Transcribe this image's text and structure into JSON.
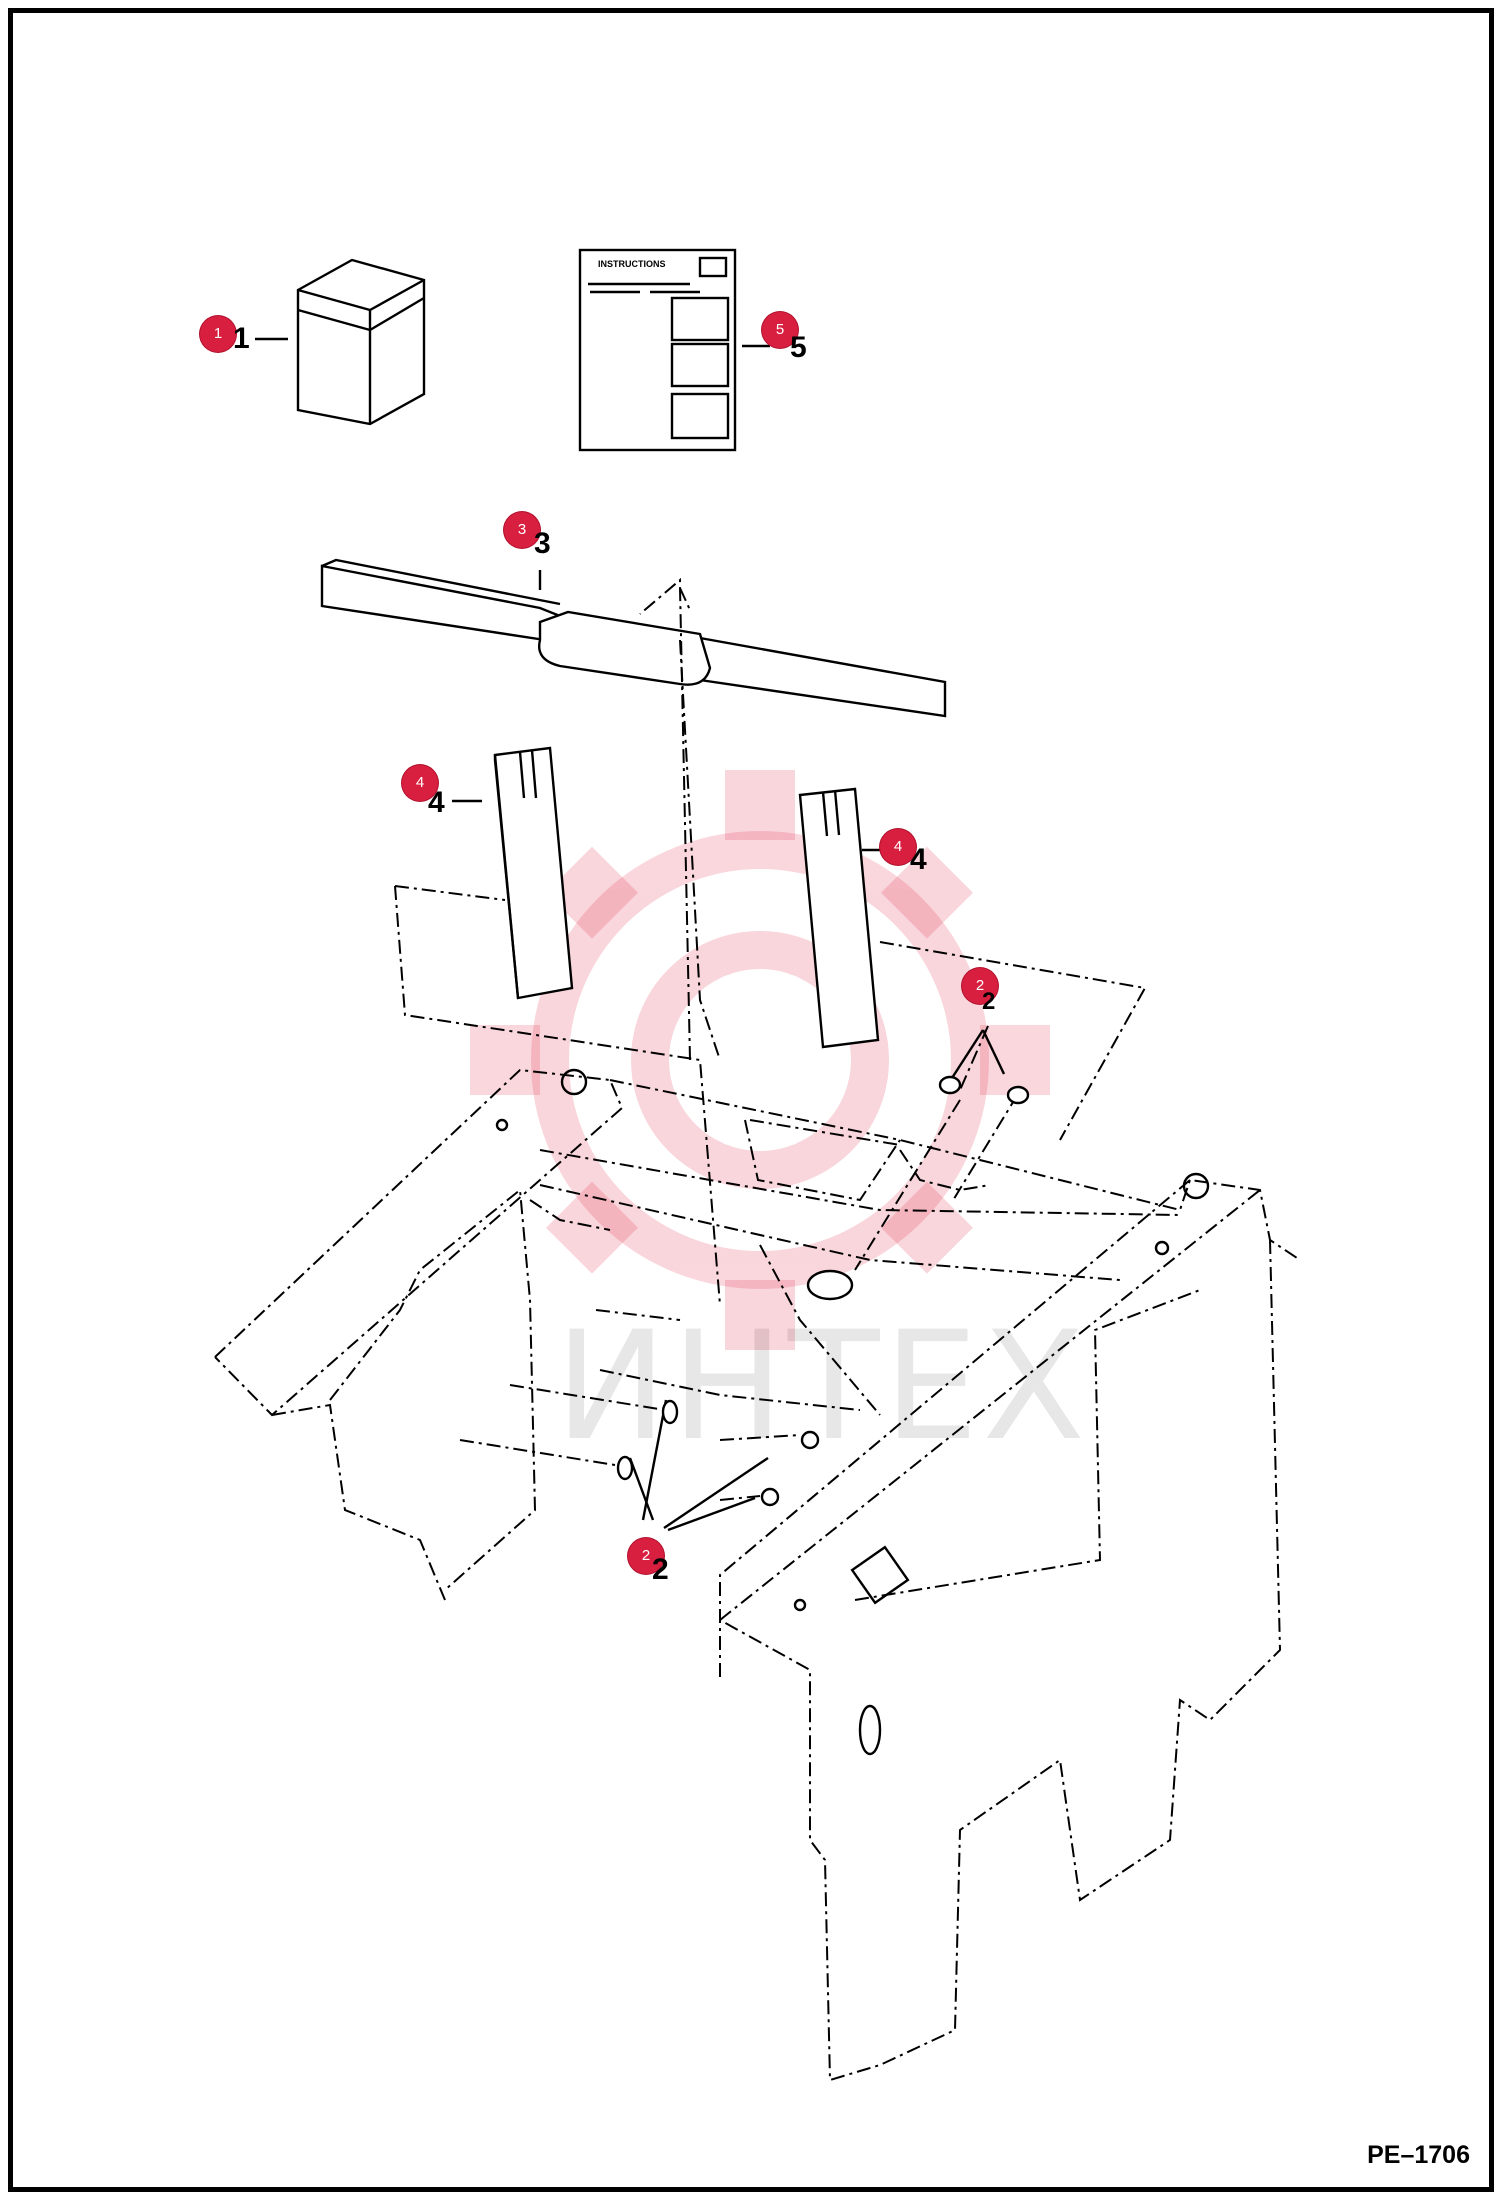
{
  "drawing_code": "PE–1706",
  "watermark_text": "ИНТЕХ",
  "instructions_sheet_title": "INSTRUCTIONS",
  "callouts": [
    {
      "badge": "1",
      "number": "1"
    },
    {
      "badge": "5",
      "number": "5"
    },
    {
      "badge": "3",
      "number": "3"
    },
    {
      "badge": "4",
      "number": "4"
    },
    {
      "badge": "4",
      "number": "4"
    },
    {
      "badge": "2",
      "number": "2"
    },
    {
      "badge": "2",
      "number": "2"
    }
  ],
  "colors": {
    "badge": "#d81f3f",
    "watermark": "#f2a0a8",
    "line": "#000000"
  }
}
